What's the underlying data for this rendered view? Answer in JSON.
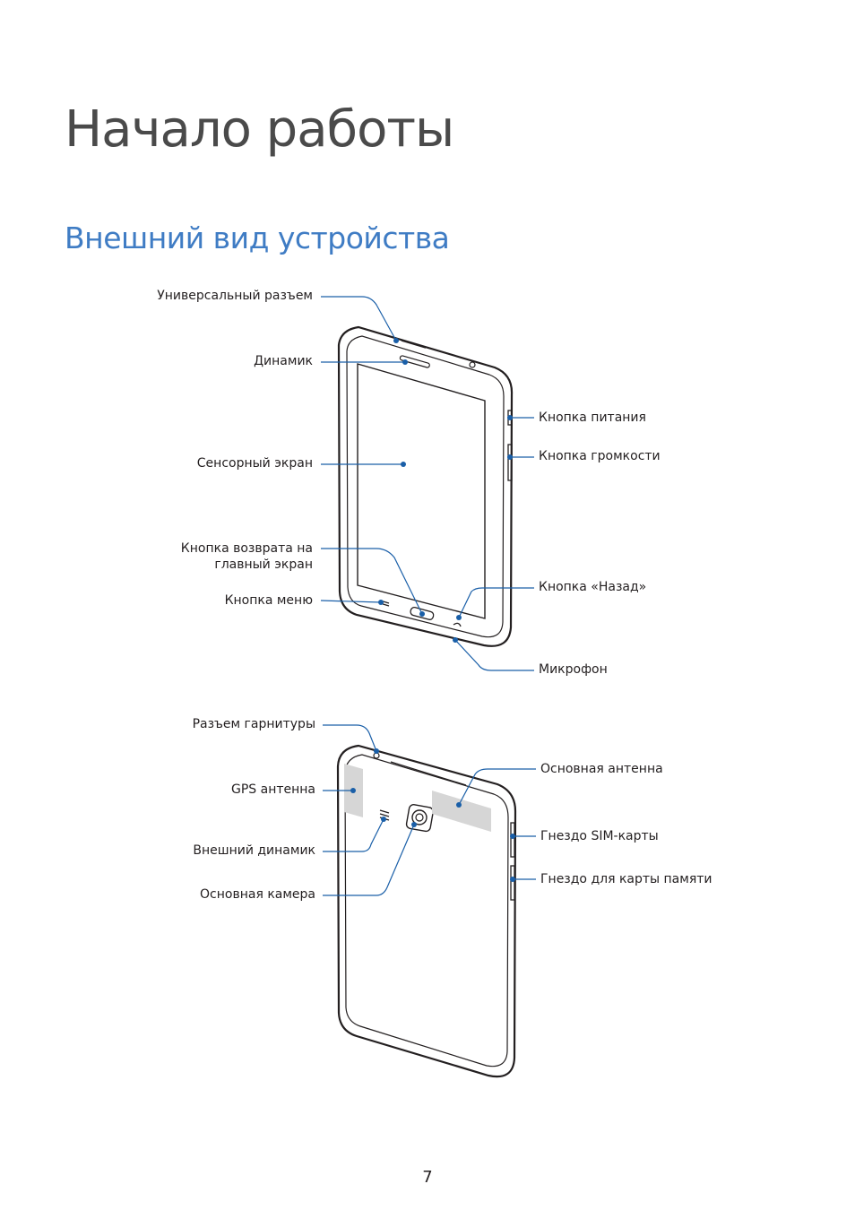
{
  "header": {
    "chapter_title": "Начало работы",
    "section_title": "Внешний вид устройства"
  },
  "front_view": {
    "labels": {
      "universal_connector": "Универсальный разъем",
      "speaker": "Динамик",
      "touchscreen": "Сенсорный экран",
      "home_button_line1": "Кнопка возврата на",
      "home_button_line2": "главный экран",
      "menu_button": "Кнопка меню",
      "power_button": "Кнопка питания",
      "volume_button": "Кнопка громкости",
      "back_button": "Кнопка «Назад»",
      "microphone": "Микрофон"
    }
  },
  "back_view": {
    "labels": {
      "headset_jack": "Разъем гарнитуры",
      "gps_antenna": "GPS антенна",
      "external_speaker": "Внешний динамик",
      "rear_camera": "Основная камера",
      "main_antenna": "Основная антенна",
      "sim_slot": "Гнездо SIM-карты",
      "memory_card_slot": "Гнездо для карты памяти"
    }
  },
  "colors": {
    "accent": "#3f7cc4",
    "leader_line": "#1a5fa8",
    "antenna_fill": "#d6d6d6"
  },
  "footer": {
    "page_number": "7"
  }
}
